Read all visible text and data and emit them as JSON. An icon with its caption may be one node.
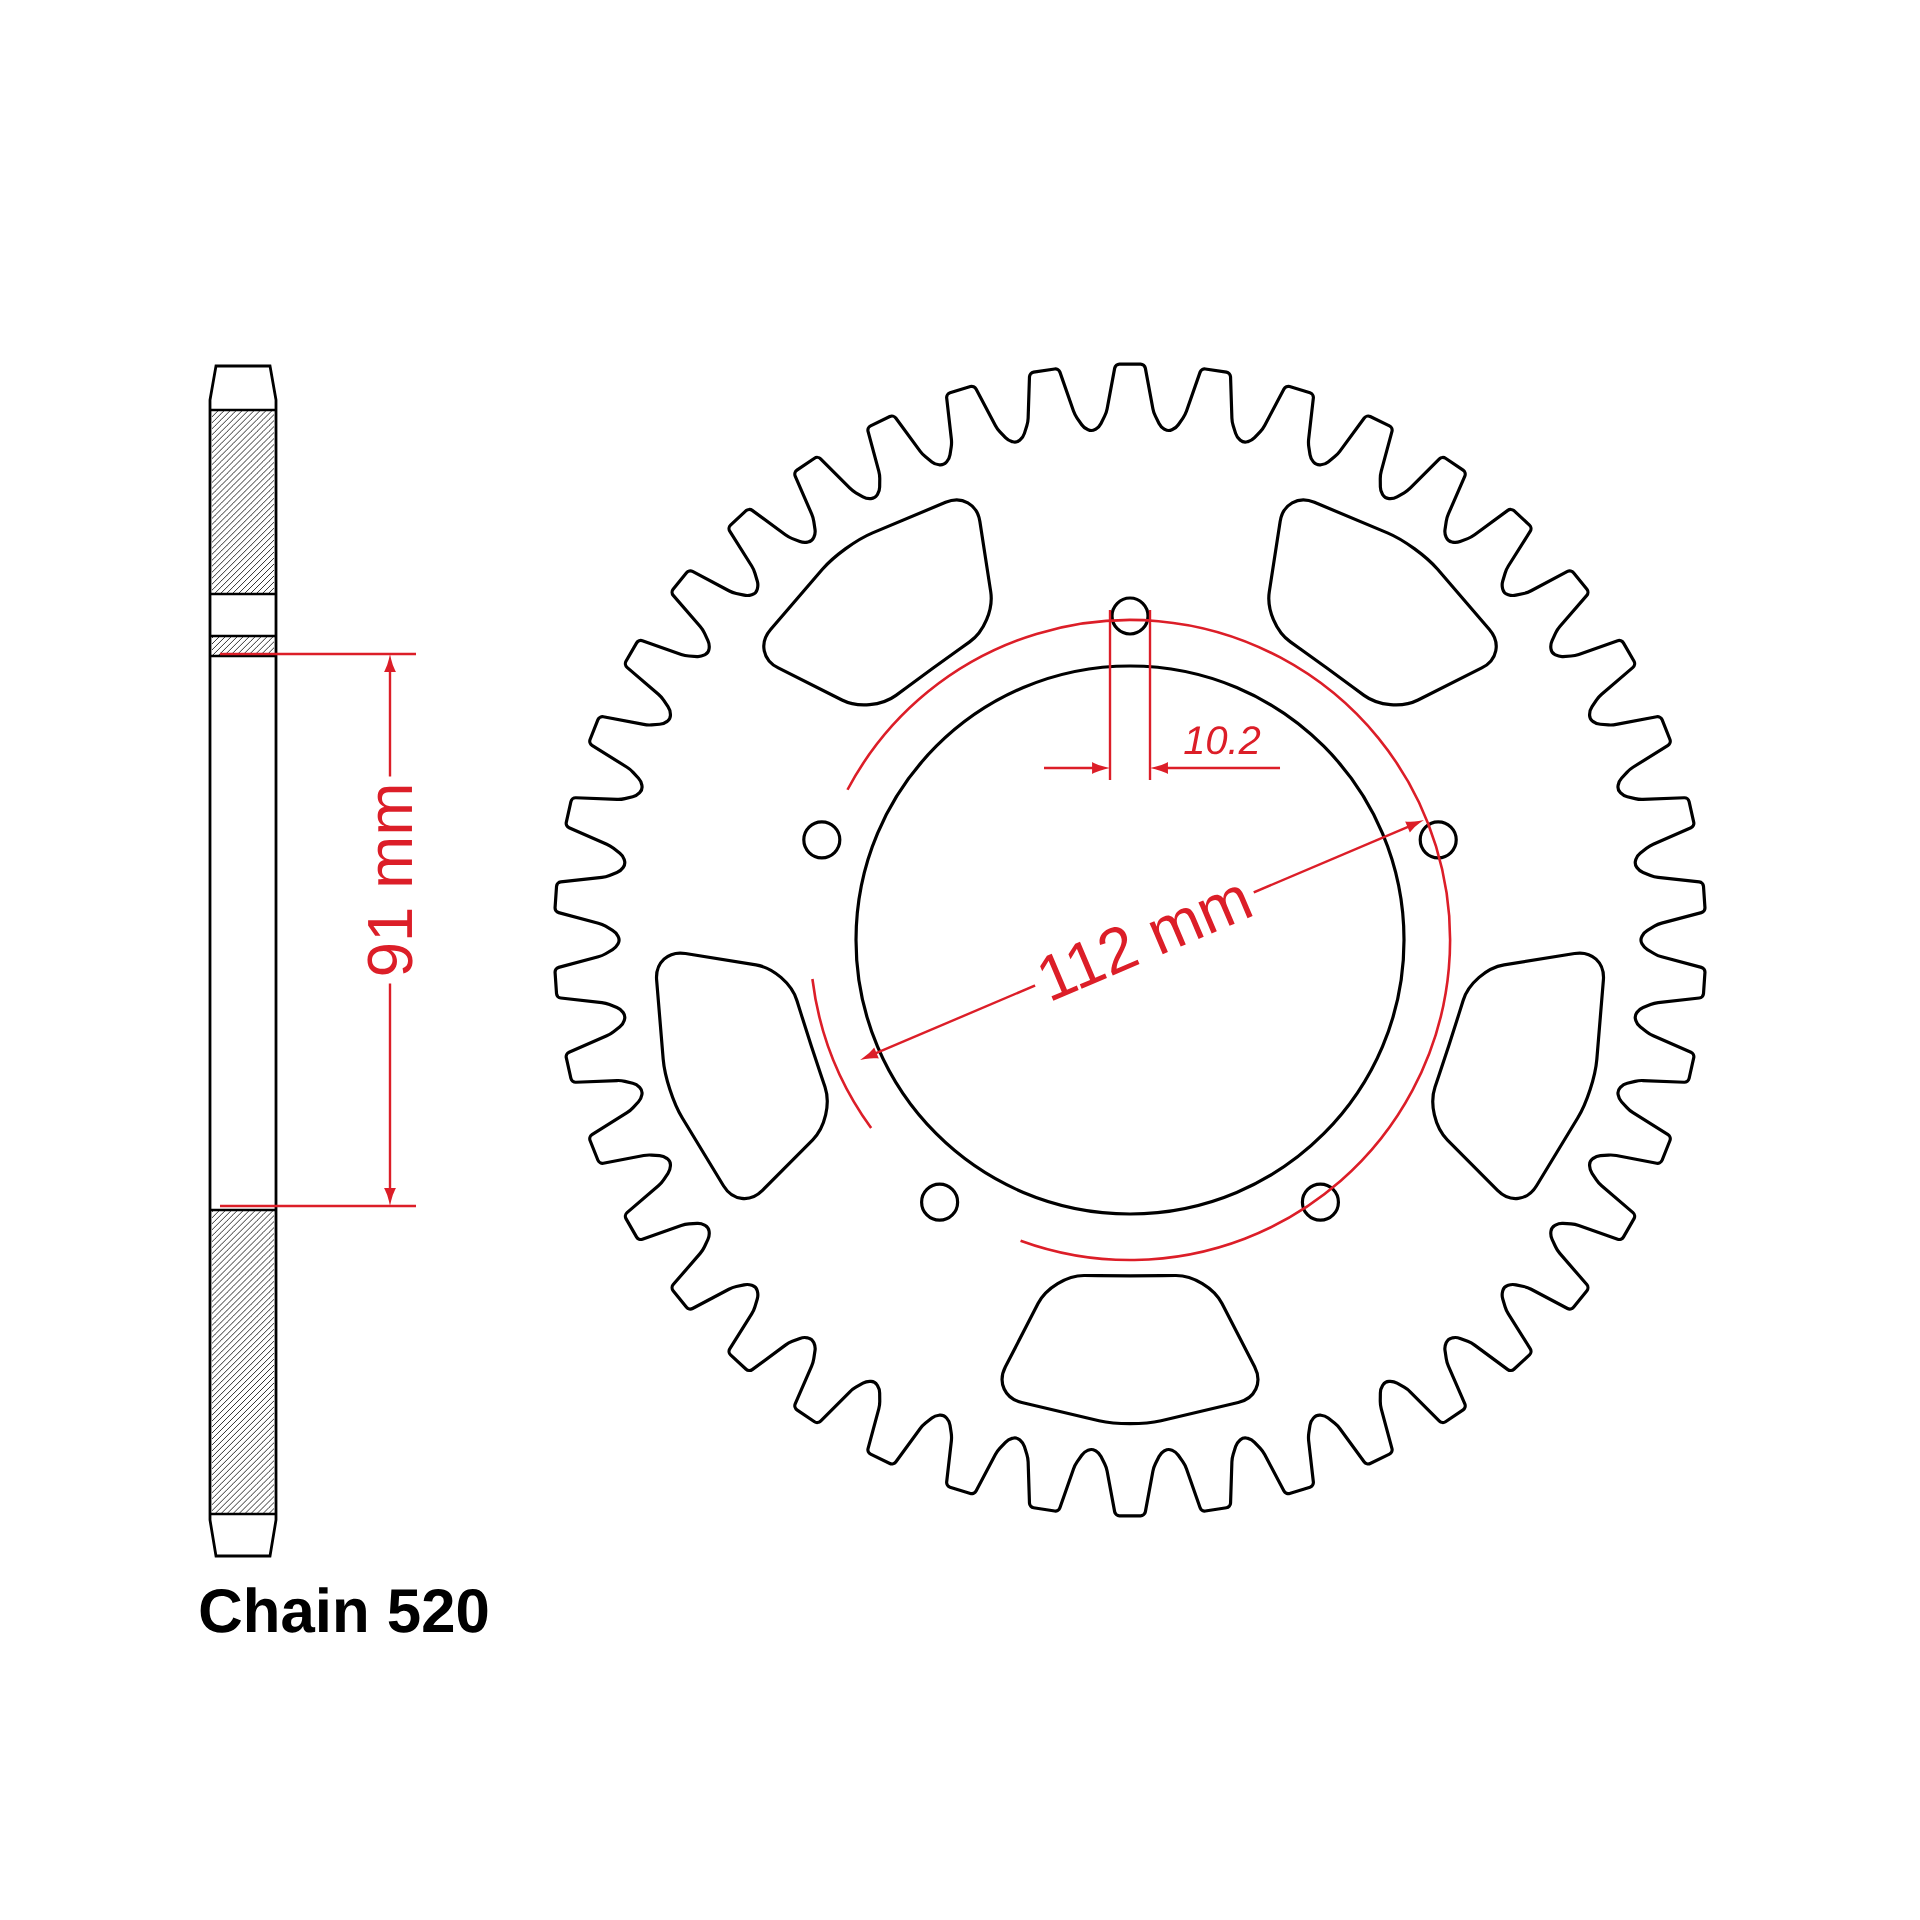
{
  "diagram": {
    "labels": [
      "10.2",
      "91 mm",
      "112 mm",
      "Chain 520"
    ]
  }
}
